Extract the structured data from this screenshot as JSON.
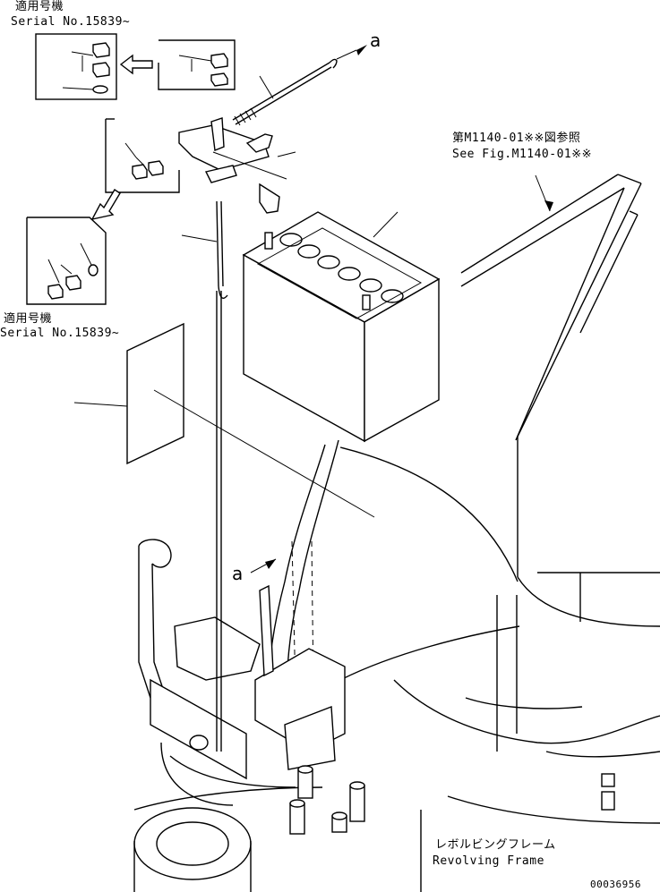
{
  "labels": {
    "applicable_top_jp": "適用号機",
    "serial_top": "Serial No.15839~",
    "applicable_mid_jp": "適用号機",
    "serial_mid": "Serial No.15839~",
    "see_fig_jp": "第M1140-01※※図参照",
    "see_fig_en": "See Fig.M1140-01※※",
    "ref_a_top": "a",
    "ref_a_mid": "a",
    "frame_jp": "レボルビングフレーム",
    "frame_en": "Revolving Frame",
    "drawing_number": "00036956"
  }
}
